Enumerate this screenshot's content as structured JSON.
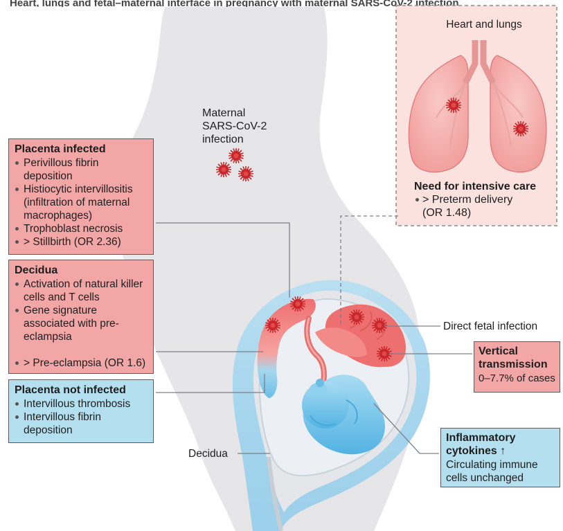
{
  "header_fragment": "Heart, lungs and fetal–maternal interface in pregnancy with maternal SARS-CoV-2 infection",
  "maternal_label": "Maternal SARS-CoV-2 infection",
  "heart_lungs": {
    "title": "Heart and lungs",
    "heading": "Need for intensive care",
    "items": [
      "> Preterm delivery (OR 1.48)"
    ]
  },
  "placenta_infected": {
    "heading": "Placenta infected",
    "items": [
      "Perivillous fibrin deposition",
      "Histiocytic intervillositis (infiltration of maternal macrophages)",
      "Trophoblast necrosis",
      "> Stillbirth (OR 2.36)"
    ]
  },
  "decidua_box": {
    "heading": "Decidua",
    "items": [
      "Activation of natural killer cells and T cells",
      "Gene signature associated with pre-eclampsia",
      "> Pre-eclampsia (OR 1.6)"
    ]
  },
  "placenta_not_infected": {
    "heading": "Placenta not infected",
    "items": [
      "Intervillous thrombosis",
      "Intervillous fibrin deposition"
    ]
  },
  "direct_fetal_infection": "Direct fetal infection",
  "vertical": {
    "heading": "Vertical transmission",
    "detail": "0–7.7% of cases"
  },
  "inflammatory": {
    "heading": "Inflammatory cytokines ↑",
    "detail": "Circulating immune cells unchanged"
  },
  "decidua_label": "Decidua",
  "colors": {
    "pink_box": "#f2a6a6",
    "blue_box": "#b3dfef",
    "body": "#e6e6e9",
    "virus": "#c8262a",
    "amniotic_blue": "#7fc8ea",
    "placenta_pink": "#f07a7a"
  }
}
